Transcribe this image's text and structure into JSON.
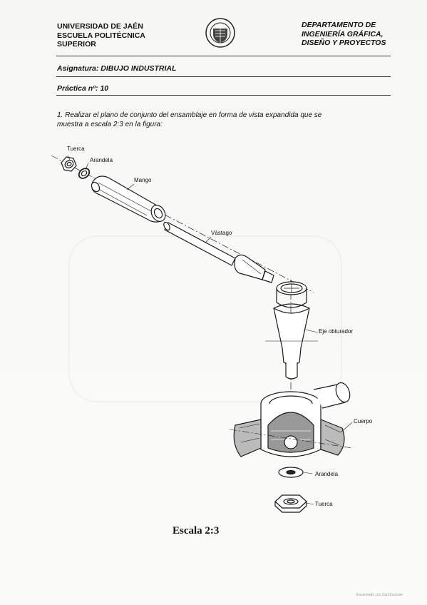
{
  "header": {
    "university_lines": [
      "UNIVERSIDAD DE JAÉN",
      "ESCUELA POLITÉCNICA",
      "SUPERIOR"
    ],
    "department_lines": [
      "DEPARTAMENTO DE",
      "INGENIERÍA GRÁFICA,",
      "DISEÑO Y PROYECTOS"
    ]
  },
  "subject": "Asignatura: DIBUJO INDUSTRIAL",
  "practice": "Práctica nº: 10",
  "task_lines": [
    "1. Realizar el plano de conjunto del ensamblaje en forma de vista expandida que se",
    "muestra a escala 2:3 en la figura:"
  ],
  "parts": {
    "tuerca_top": "Tuerca",
    "arandela_top": "Arandela",
    "mango": "Mango",
    "vastago": "Vástago",
    "eje_obturador": "Eje obturador",
    "cuerpo": "Cuerpo",
    "arandela_bottom": "Arandela",
    "tuerca_bottom": "Tuerca"
  },
  "scale_caption": "Escala 2:3",
  "footer": "Escaneado con CamScanner"
}
